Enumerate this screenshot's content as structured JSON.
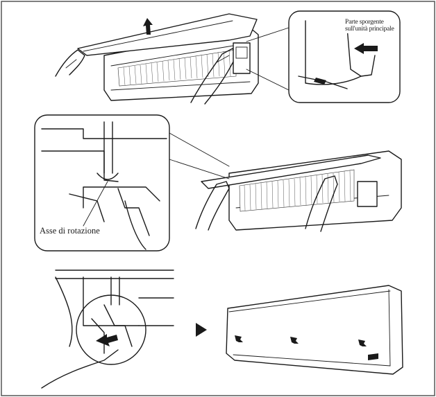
{
  "labels": {
    "part_line1": "Parte sporgente",
    "part_line2": "sull'unità principale",
    "rotation_axis": "Asse di rotazione"
  },
  "colors": {
    "line": "#1a1a1a",
    "background": "#ffffff",
    "frame": "#555555"
  },
  "icons": {
    "step_arrow": "play-triangle-icon",
    "direction_arrows": "arrow-icon"
  }
}
